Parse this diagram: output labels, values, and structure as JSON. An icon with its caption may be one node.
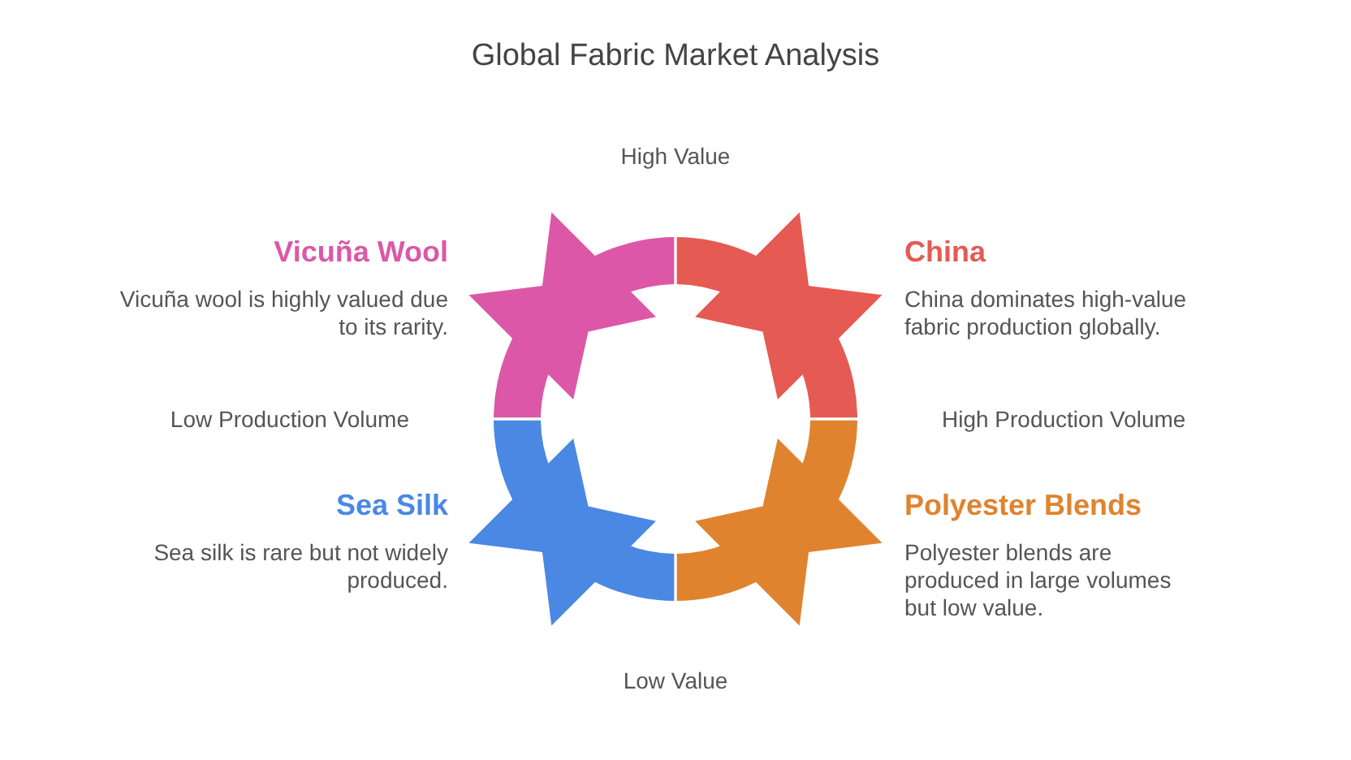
{
  "diagram": {
    "title": "Global Fabric Market Analysis",
    "nodes": [
      {
        "text": [
          "Vicuña Wool",
          "Vicuña wool is highly valued due to its rarity."
        ]
      },
      {
        "text": [
          "China",
          "China dominates high-value fabric production globally."
        ]
      },
      {
        "text": [
          "Sea Silk",
          "Sea silk is rare but not widely produced."
        ]
      },
      {
        "text": [
          "Polyester Blends",
          "Polyester blends are produced in large volumes but low value."
        ]
      }
    ],
    "labels": [
      "High Value",
      "Low Production Volume",
      "High Production Volume",
      "Low Value"
    ]
  }
}
